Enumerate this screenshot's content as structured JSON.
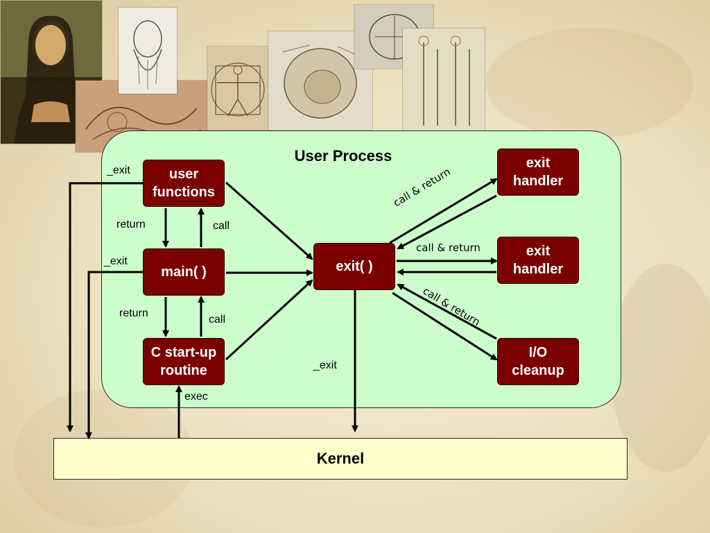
{
  "diagram": {
    "title": "User Process",
    "kernel": "Kernel",
    "boxes": {
      "user_functions": "user\nfunctions",
      "main": "main( )",
      "c_startup": "C start-up\nroutine",
      "exit": "exit( )",
      "exit_handler_1": "exit\nhandler",
      "exit_handler_2": "exit\nhandler",
      "io_cleanup": "I/O\ncleanup"
    },
    "labels": {
      "exit_top": "_exit",
      "exit_mid": "_exit",
      "exit_bottom": "_exit",
      "return_1": "return",
      "call_1": "call",
      "return_2": "return",
      "call_2": "call",
      "exec": "exec",
      "call_return_1": "call & return",
      "call_return_2": "call & return",
      "call_return_3": "call & return"
    },
    "colors": {
      "process_bg": "#ccffcc",
      "kernel_bg": "#ffffcc",
      "box_bg": "#7a0000",
      "box_text": "#ffffff"
    }
  }
}
